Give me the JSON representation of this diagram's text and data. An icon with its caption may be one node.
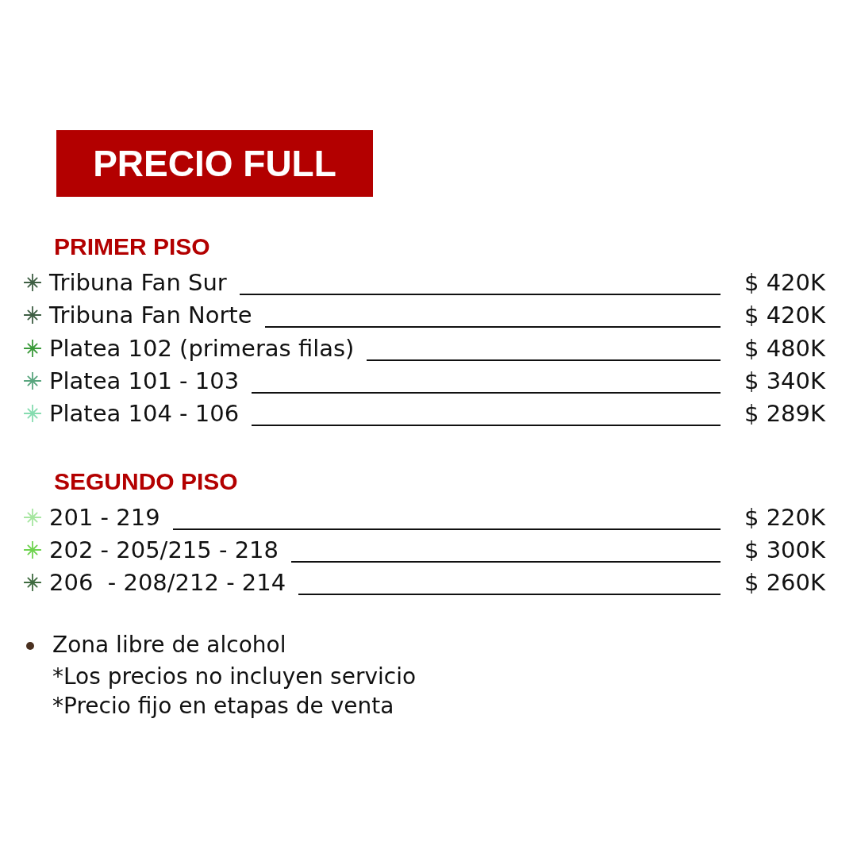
{
  "diagram": {
    "title": "PRECIO FULL",
    "labels": [
      "PRIMER PISO",
      "Tribuna Fan Sur",
      "$ 420K",
      "Tribuna Fan Norte",
      "$ 420K",
      "Platea 102 (primeras filas)",
      "$ 480K",
      "Platea 101 - 103",
      "$ 340K",
      "Platea 104 - 106",
      "$ 289K",
      "SEGUNDO PISO",
      "201 - 219",
      "$ 220K",
      "202 - 205/215 - 218",
      "$ 300K",
      "206  - 208/212 - 214",
      "$ 260K",
      "Zona libre de alcohol",
      "*Los precios no incluyen servicio",
      "*Precio fijo en etapas de venta"
    ]
  }
}
